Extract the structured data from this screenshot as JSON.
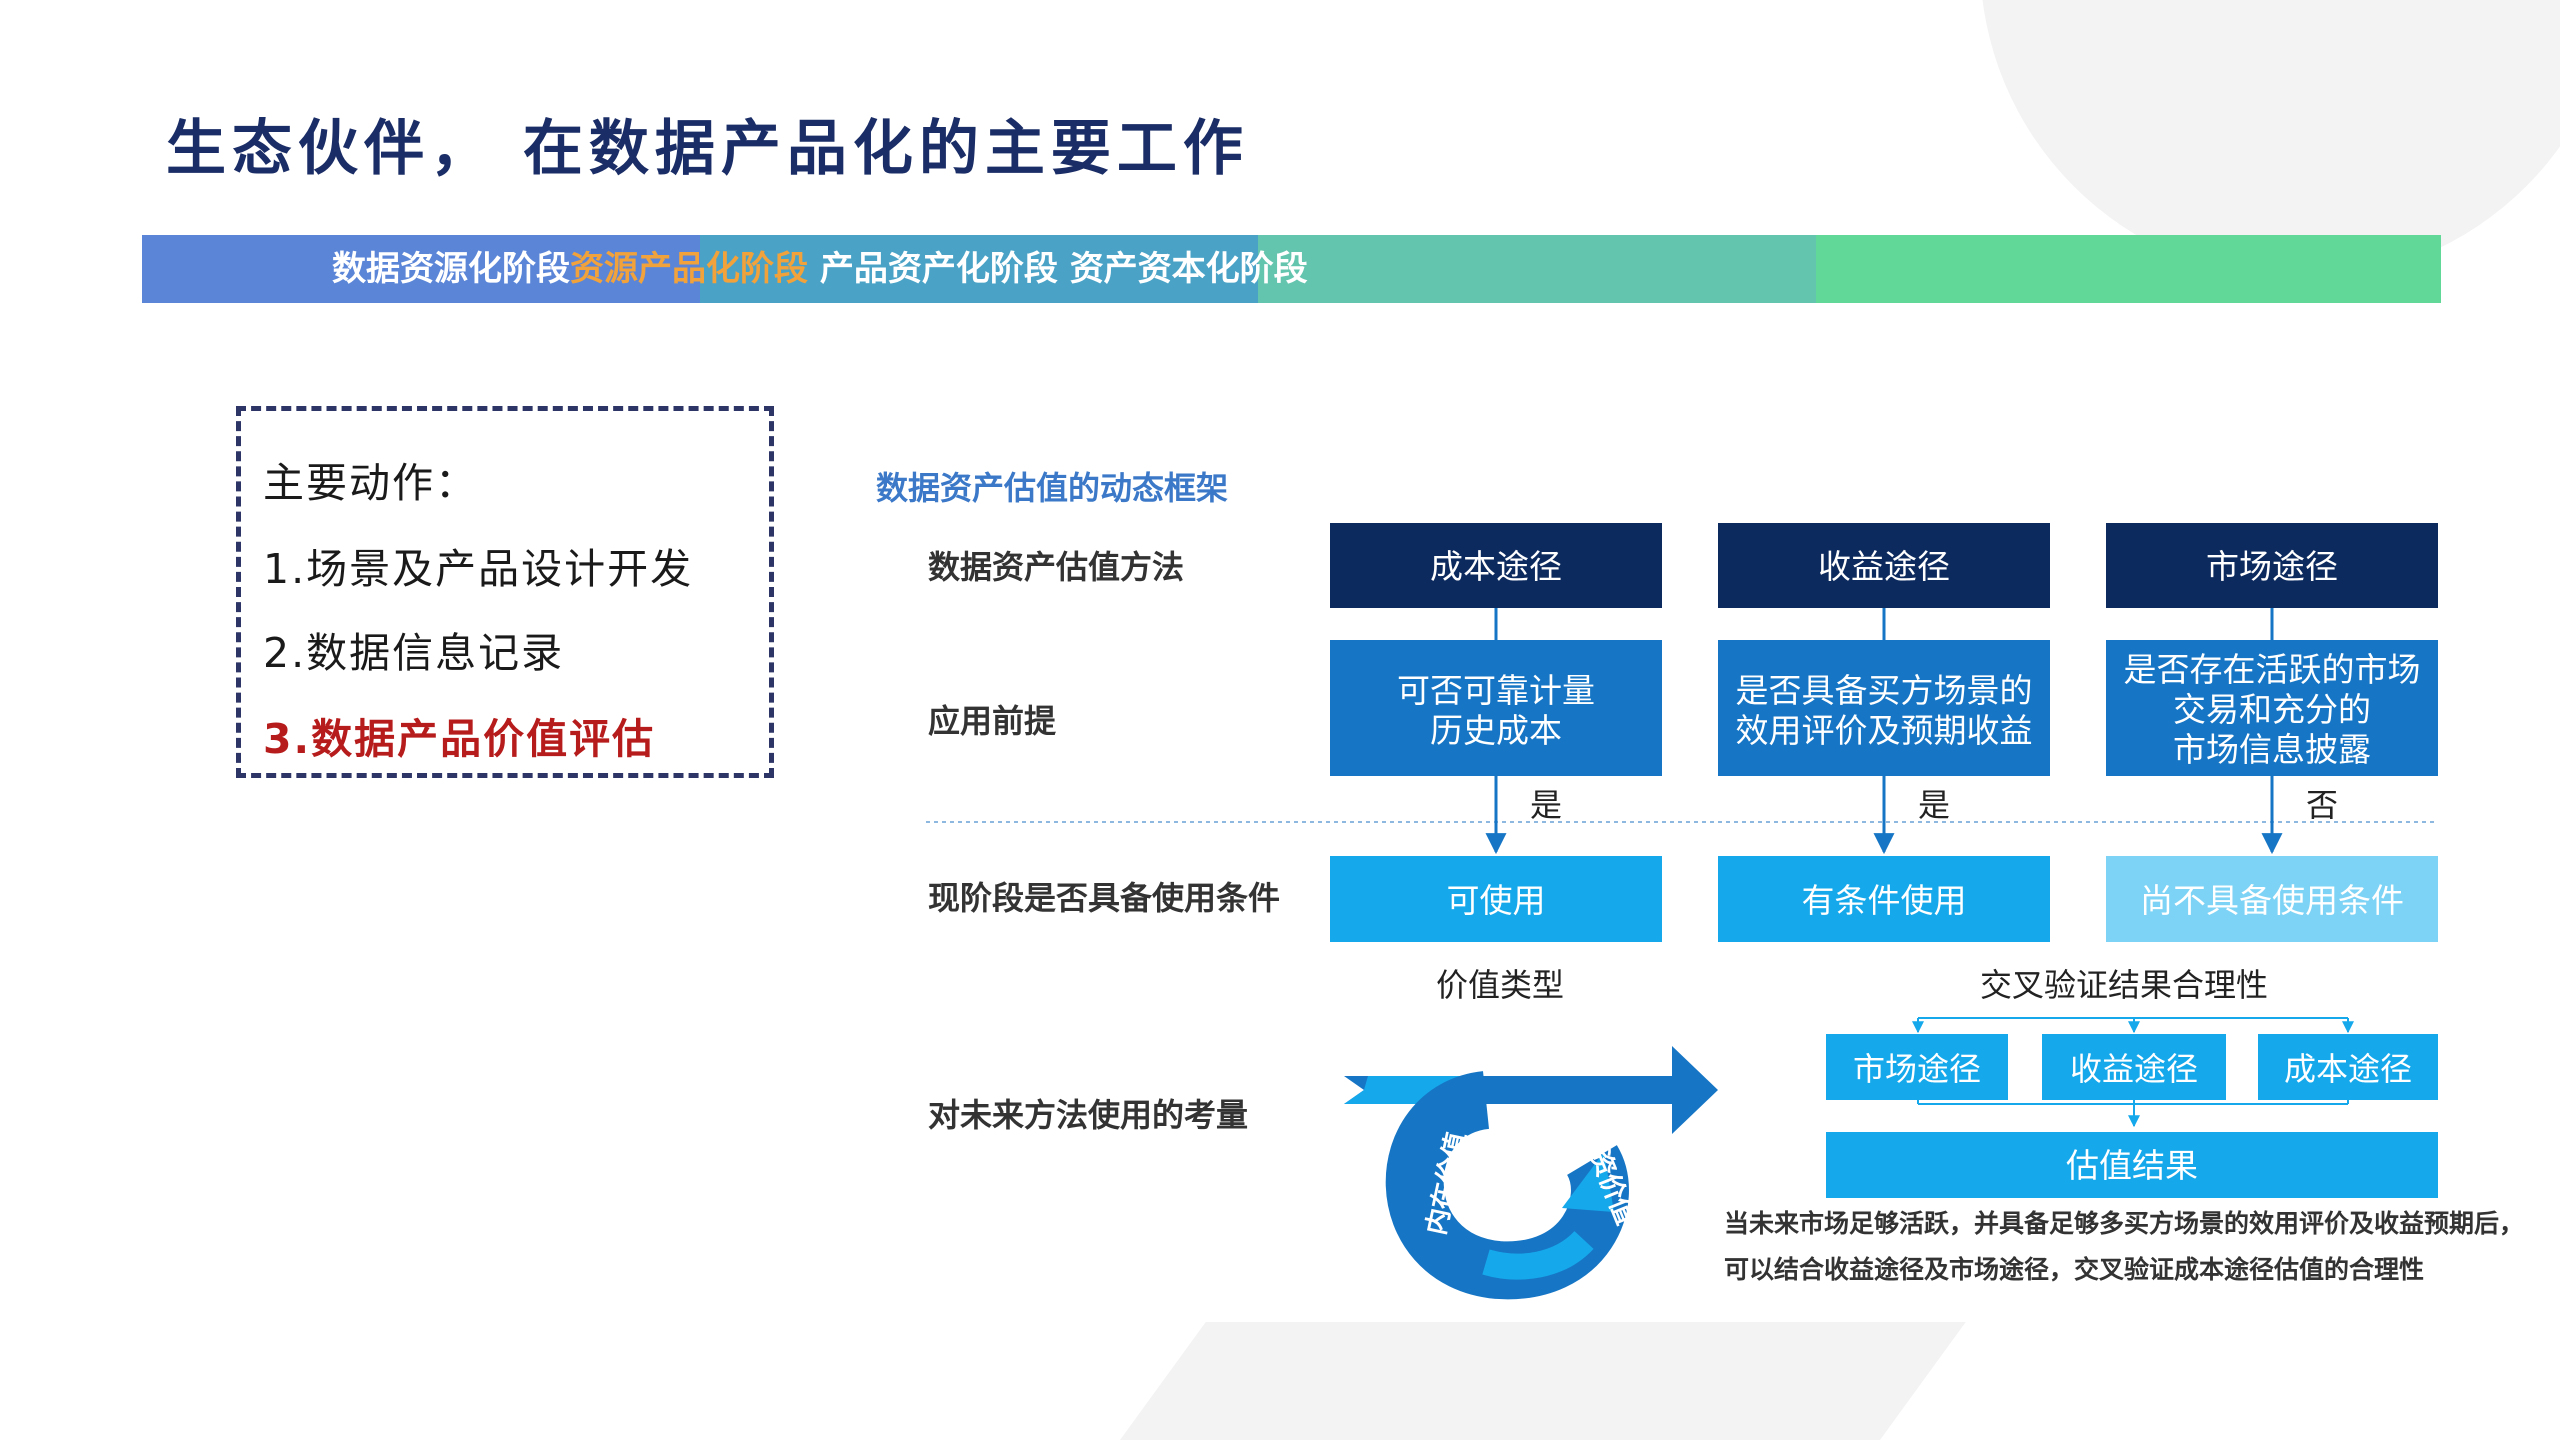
{
  "page": {
    "title": "生态伙伴， 在数据产品化的主要工作"
  },
  "stages": [
    {
      "label": "数据资源化阶段",
      "color": "#ffffff"
    },
    {
      "label": "资源产品化阶段",
      "color": "#f2a23a"
    },
    {
      "label": "产品资产化阶段",
      "color": "#ffffff"
    },
    {
      "label": "资产资本化阶段",
      "color": "#ffffff"
    }
  ],
  "actions": {
    "heading": "主要动作：",
    "items": [
      {
        "text": "1.场景及产品设计开发"
      },
      {
        "text": "2.数据信息记录"
      },
      {
        "text": "3.数据产品价值评估"
      }
    ]
  },
  "framework": {
    "title": "数据资产估值的动态框架",
    "rows": {
      "method": "数据资产估值方法",
      "premise": "应用前提",
      "condition": "现阶段是否具备使用条件",
      "future": "对未来方法使用的考量"
    },
    "methods": [
      "成本途径",
      "收益途径",
      "市场途径"
    ],
    "premises": [
      [
        "可否可靠计量",
        "历史成本"
      ],
      [
        "是否具备买方场景的",
        "效用评价及预期收益"
      ],
      [
        "是否存在活跃的市场",
        "交易和充分的",
        "市场信息披露"
      ]
    ],
    "answers": [
      "是",
      "是",
      "否"
    ],
    "conditions": [
      "可使用",
      "有条件使用",
      "尚不具备使用条件"
    ],
    "value_type_label": "价值类型",
    "inner_value": "内在价值",
    "invest_value": "投资价值",
    "cross_label": "交叉验证结果合理性",
    "cross_methods": [
      "市场途径",
      "收益途径",
      "成本途径"
    ],
    "result": "估值结果",
    "note": [
      "当未来市场足够活跃，并具备足够多买方场景的效用评价及收益预期后，",
      "可以结合收益途径及市场途径，交叉验证成本途径估值的合理性"
    ]
  },
  "colors": {
    "title": "#1a2d66",
    "dark_navy": "#0d2a5e",
    "mid_blue": "#1676c5",
    "light_blue": "#15a9ec",
    "pale_blue": "#7dd3f5",
    "stage_gradient": [
      "#5b86d8",
      "#4aa3c7",
      "#63c5ae",
      "#62d898"
    ]
  }
}
